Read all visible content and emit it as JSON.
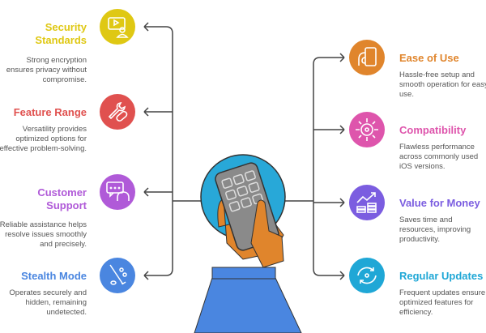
{
  "left_items": [
    {
      "title": "Security Standards",
      "desc": "Strong encryption ensures privacy without compromise.",
      "color": "#dfc813",
      "icon": "video-user-icon"
    },
    {
      "title": "Feature Range",
      "desc": "Versatility provides optimized options for effective problem-solving.",
      "color": "#e0514f",
      "icon": "tools-icon"
    },
    {
      "title": "Customer Support",
      "desc": "Reliable assistance helps resolve issues smoothly and precisely.",
      "color": "#b05ad8",
      "icon": "chat-headset-icon"
    },
    {
      "title": "Stealth Mode",
      "desc": "Operates securely and hidden, remaining undetected.",
      "color": "#4a86e0",
      "icon": "stealth-icon"
    }
  ],
  "right_items": [
    {
      "title": "Ease of Use",
      "desc": "Hassle-free setup and smooth operation for easy use.",
      "color": "#e0852c",
      "icon": "hand-phone-icon"
    },
    {
      "title": "Compatibility",
      "desc": "Flawless performance across commonly used iOS versions.",
      "color": "#de55ac",
      "icon": "gear-sun-icon"
    },
    {
      "title": "Value for Money",
      "desc": "Saves time and resources, improving productivity.",
      "color": "#7b5de0",
      "icon": "growth-coins-icon"
    },
    {
      "title": "Regular Updates",
      "desc": "Frequent updates ensure optimized features for efficiency.",
      "color": "#1fa7d6",
      "icon": "refresh-icon"
    }
  ]
}
